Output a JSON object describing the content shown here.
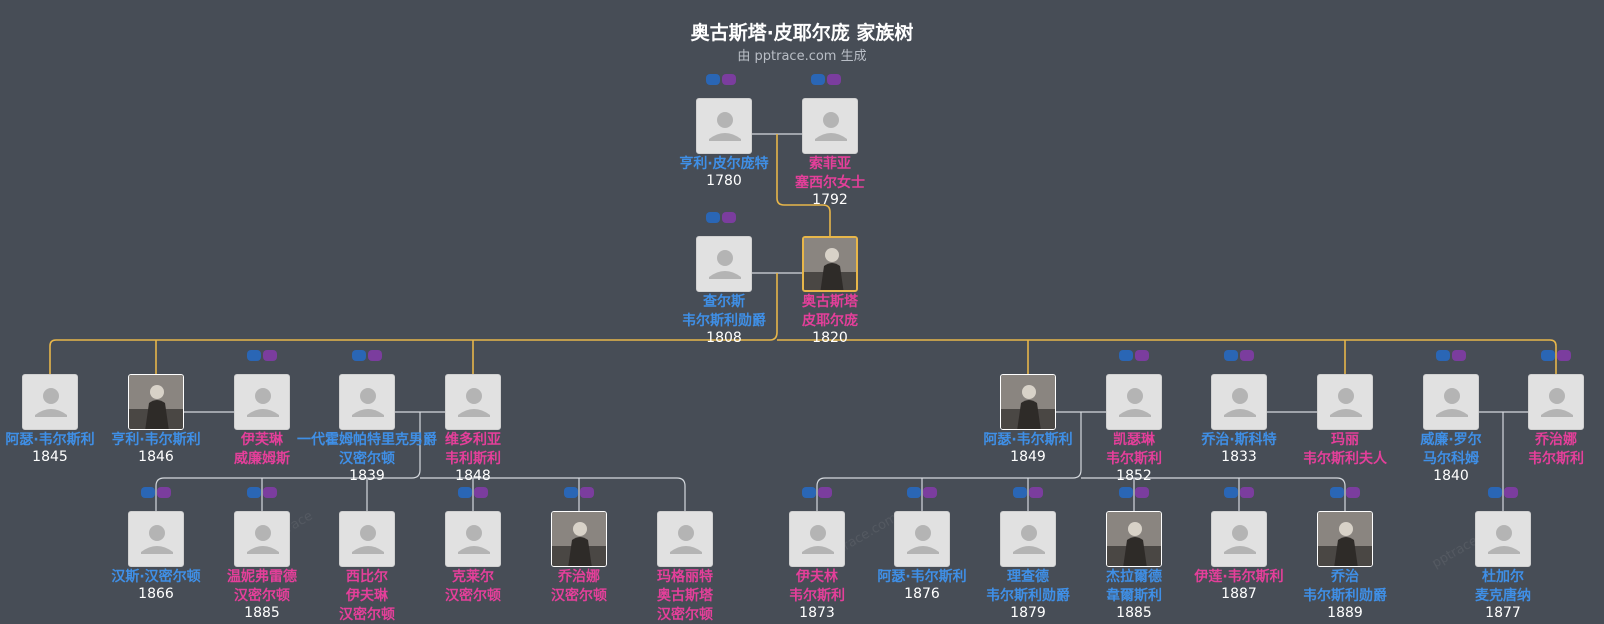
{
  "header": {
    "title": "奥古斯塔·皮耶尔庞 家族树",
    "subtitle": "由 pptrace.com 生成"
  },
  "colors": {
    "male": "#3f8fe6",
    "female": "#e43f9a",
    "line": "#d5d9de",
    "line_direct": "#e7b64a",
    "background": "#474d56"
  },
  "people": [
    {
      "id": "henry_p",
      "name": [
        "亨利·皮尔庞特"
      ],
      "year": "1780",
      "sex": "m"
    },
    {
      "id": "sophia",
      "name": [
        "索菲亚",
        "塞西尔女士"
      ],
      "year": "1792",
      "sex": "f"
    },
    {
      "id": "charles",
      "name": [
        "查尔斯",
        "韦尔斯利勋爵"
      ],
      "year": "1808",
      "sex": "m"
    },
    {
      "id": "augusta",
      "name": [
        "奥古斯塔",
        "皮耶尔庞"
      ],
      "year": "1820",
      "sex": "f",
      "photo": true,
      "focus": true
    },
    {
      "id": "arthur_1845",
      "name": [
        "阿瑟·韦尔斯利"
      ],
      "year": "1845",
      "sex": "m"
    },
    {
      "id": "henry_1846",
      "name": [
        "亨利·韦尔斯利"
      ],
      "year": "1846",
      "sex": "m",
      "photo": true
    },
    {
      "id": "evelyn_w",
      "name": [
        "伊芙琳",
        "威廉姆斯"
      ],
      "year": "",
      "sex": "f"
    },
    {
      "id": "hamilton",
      "name": [
        "一代霍姆帕特里克男爵",
        "汉密尔顿"
      ],
      "year": "1839",
      "sex": "m"
    },
    {
      "id": "victoria",
      "name": [
        "维多利亚",
        "韦利斯利"
      ],
      "year": "1848",
      "sex": "f"
    },
    {
      "id": "arthur_1849",
      "name": [
        "阿瑟·韦尔斯利"
      ],
      "year": "1849",
      "sex": "m",
      "photo": true
    },
    {
      "id": "kathleen",
      "name": [
        "凯瑟琳",
        "韦尔斯利"
      ],
      "year": "1852",
      "sex": "f"
    },
    {
      "id": "george_s",
      "name": [
        "乔治·斯科特"
      ],
      "year": "1833",
      "sex": "m"
    },
    {
      "id": "mary",
      "name": [
        "玛丽",
        "韦尔斯利夫人"
      ],
      "year": "",
      "sex": "f"
    },
    {
      "id": "william",
      "name": [
        "威廉·罗尔",
        "马尔科姆"
      ],
      "year": "1840",
      "sex": "m"
    },
    {
      "id": "georgiana",
      "name": [
        "乔治娜",
        "韦尔斯利"
      ],
      "year": "",
      "sex": "f"
    },
    {
      "id": "hans",
      "name": [
        "汉斯·汉密尔顿"
      ],
      "year": "1866",
      "sex": "m"
    },
    {
      "id": "winifred",
      "name": [
        "温妮弗雷德",
        "汉密尔顿"
      ],
      "year": "1885",
      "sex": "f"
    },
    {
      "id": "sybil",
      "name": [
        "西比尔",
        "伊夫琳",
        "汉密尔顿"
      ],
      "year": "",
      "sex": "f"
    },
    {
      "id": "clare",
      "name": [
        "克莱尔",
        "汉密尔顿"
      ],
      "year": "",
      "sex": "f"
    },
    {
      "id": "georgina_h",
      "name": [
        "乔治娜",
        "汉密尔顿"
      ],
      "year": "",
      "sex": "f",
      "photo": true
    },
    {
      "id": "margaret",
      "name": [
        "玛格丽特",
        "奥古斯塔",
        "汉密尔顿"
      ],
      "year": "",
      "sex": "f"
    },
    {
      "id": "evelyn_1873",
      "name": [
        "伊夫林",
        "韦尔斯利"
      ],
      "year": "1873",
      "sex": "f"
    },
    {
      "id": "arthur_1876",
      "name": [
        "阿瑟·韦尔斯利"
      ],
      "year": "1876",
      "sex": "m"
    },
    {
      "id": "richard",
      "name": [
        "理查德",
        "韦尔斯利勋爵"
      ],
      "year": "1879",
      "sex": "m"
    },
    {
      "id": "gerald",
      "name": [
        "杰拉爾德",
        "韋爾斯利"
      ],
      "year": "1885",
      "sex": "m",
      "photo": true
    },
    {
      "id": "eileen",
      "name": [
        "伊莲·韦尔斯利"
      ],
      "year": "1887",
      "sex": "f"
    },
    {
      "id": "george_1889",
      "name": [
        "乔治",
        "韦尔斯利勋爵"
      ],
      "year": "1889",
      "sex": "m",
      "photo": true
    },
    {
      "id": "dugal",
      "name": [
        "杜加尔",
        "麦克唐纳"
      ],
      "year": "1877",
      "sex": "m"
    }
  ]
}
